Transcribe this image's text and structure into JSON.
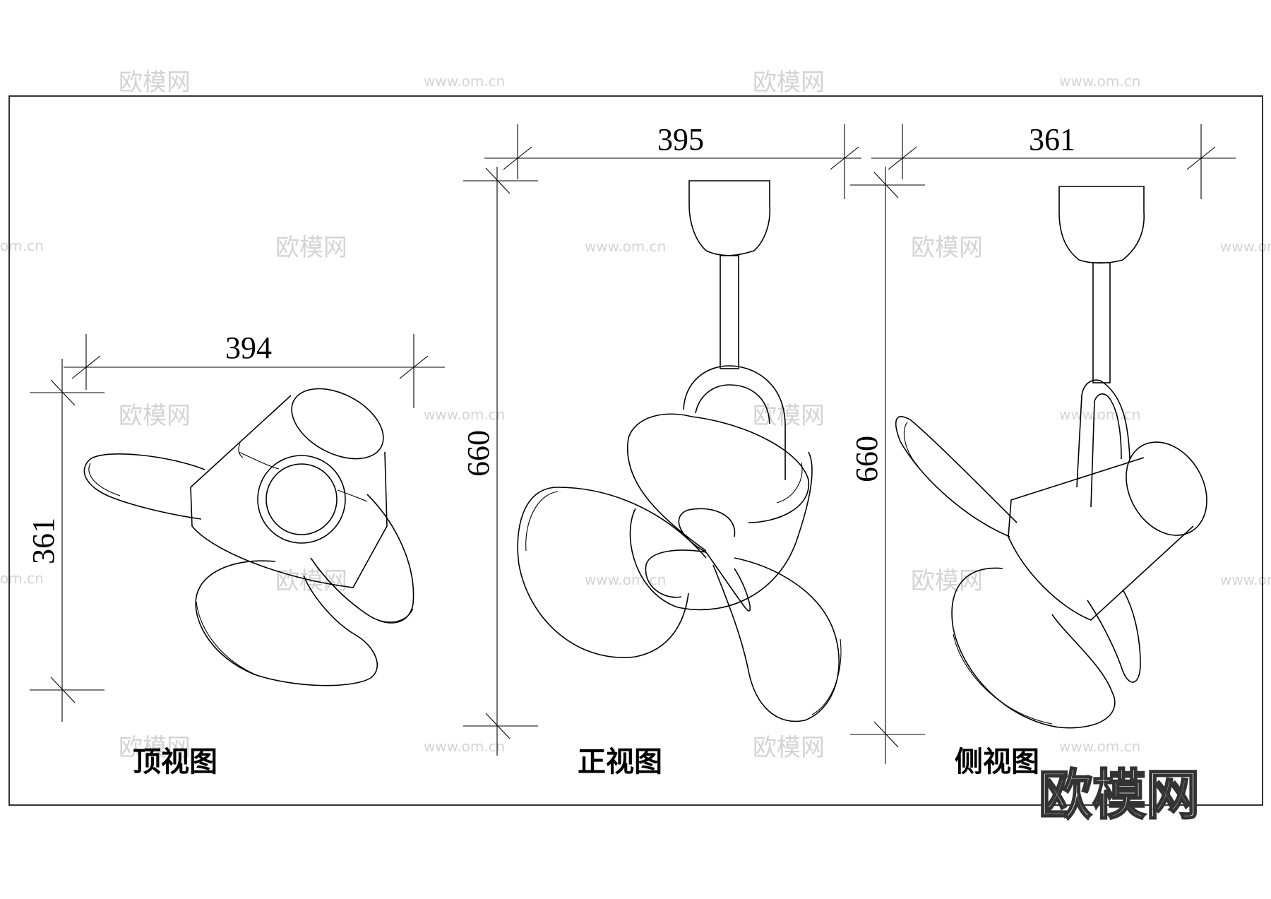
{
  "watermark": {
    "brand": "欧模网",
    "url": "www.om.cn",
    "url_short": "om.cn"
  },
  "views": {
    "top": {
      "caption": "顶视图",
      "width": "394",
      "depth": "361"
    },
    "front": {
      "caption": "正视图",
      "width": "395",
      "height": "660"
    },
    "side": {
      "caption": "侧视图",
      "width": "361",
      "height": "660"
    }
  },
  "logo": {
    "text": "欧模网"
  },
  "colors": {
    "line": "#000000",
    "watermark": "#d4d4d4",
    "background": "#ffffff"
  }
}
